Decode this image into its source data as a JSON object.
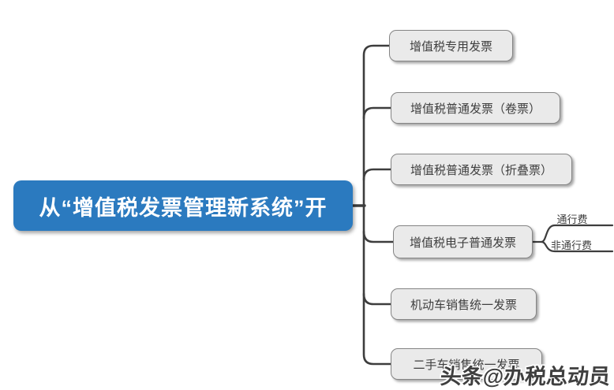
{
  "root": {
    "label": "从“增值税发票管理新系统”开"
  },
  "branches": [
    {
      "label": "增值税专用发票"
    },
    {
      "label": "增值税普通发票（卷票）"
    },
    {
      "label": "增值税普通发票（折叠票）"
    },
    {
      "label": "增值税电子普通发票",
      "children": [
        {
          "label": "通行费"
        },
        {
          "label": "非通行费"
        }
      ]
    },
    {
      "label": "机动车销售统一发票"
    },
    {
      "label": "二手车销售统一发票"
    }
  ],
  "watermark": {
    "text": "头条@办税总动员"
  },
  "colors": {
    "root_fill": "#2b7abf",
    "root_text": "#ffffff",
    "node_fill": "#eaeaea",
    "node_border": "#858585",
    "node_text": "#3f3f3f",
    "connector": "#3d3d3d",
    "watermark_text": "#3f3f3f",
    "watermark_outline": "#ffffff"
  }
}
